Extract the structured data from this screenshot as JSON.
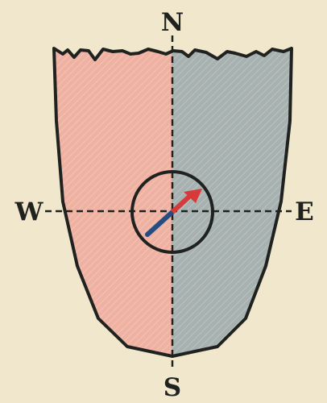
{
  "labels": {
    "north": "N",
    "south": "S",
    "west": "W",
    "east": "E"
  },
  "colors": {
    "paper": "#f1e7cd",
    "west_half": "#efb2a2",
    "east_half": "#a6b1b0",
    "outline": "#1f221f",
    "needle_north": "#d83a3c",
    "needle_south": "#264c84"
  }
}
